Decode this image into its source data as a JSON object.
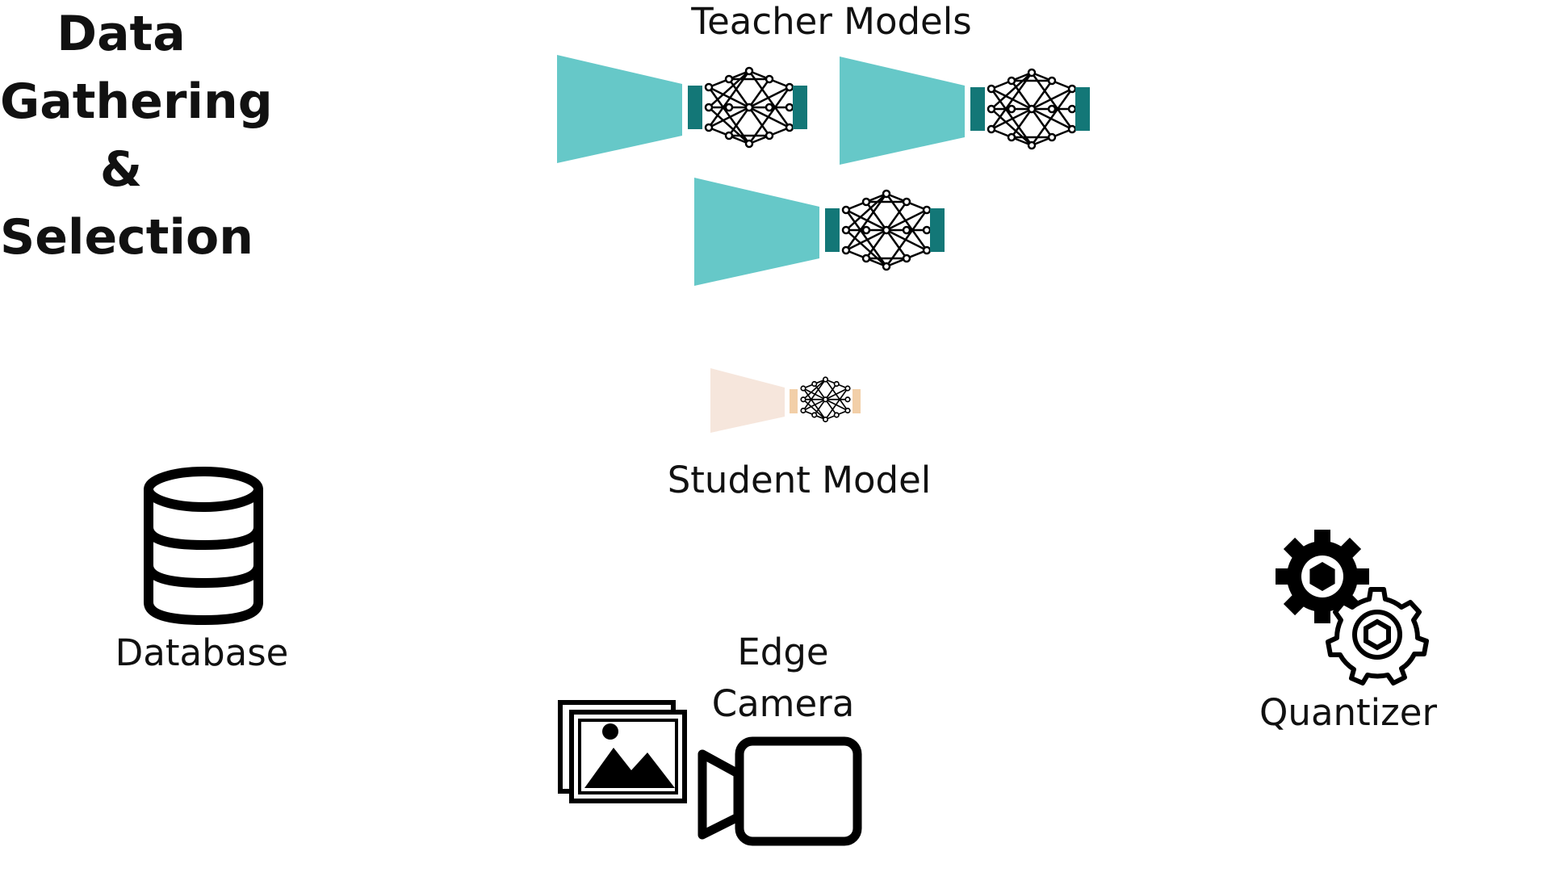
{
  "title": {
    "lines": [
      "Data",
      "Gathering",
      "&",
      "Selection"
    ]
  },
  "teacher_models": {
    "label": "Teacher Models",
    "count": 3
  },
  "student_model": {
    "label": "Student Model"
  },
  "database": {
    "label": "Database",
    "icon": "database-icon"
  },
  "edge_camera": {
    "label_line1": "Edge",
    "label_line2": "Camera",
    "icons": [
      "image-gallery-icon",
      "video-camera-icon"
    ]
  },
  "quantizer": {
    "label": "Quantizer",
    "icon": "gears-icon"
  },
  "colors": {
    "teacher_body": "#66c8c8",
    "teacher_bar": "#137777",
    "student_body": "#f6e6dc",
    "student_bar": "#f2cfa8",
    "icon": "#000000"
  }
}
